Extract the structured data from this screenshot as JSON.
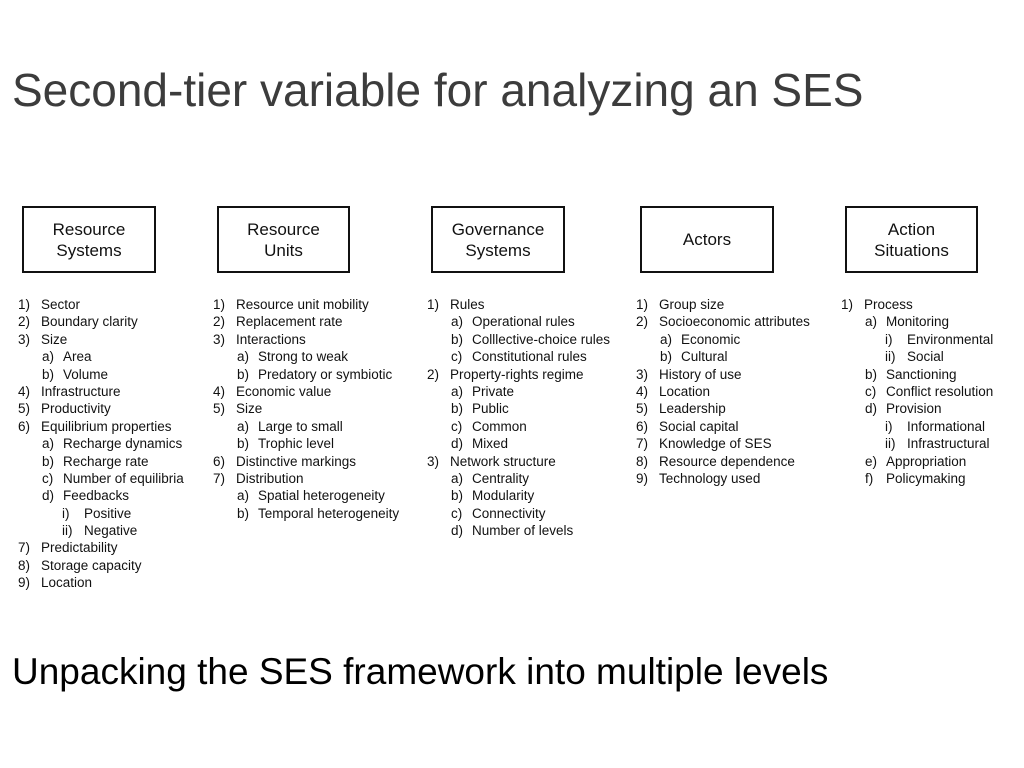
{
  "title": "Second-tier variable for analyzing an SES",
  "subtitle": "Unpacking the SES framework into multiple levels",
  "columns": [
    {
      "id": "resource-systems",
      "header": "Resource\nSystems",
      "items": [
        {
          "marker": "1)",
          "text": "Sector",
          "level": 1
        },
        {
          "marker": "2)",
          "text": "Boundary clarity",
          "level": 1
        },
        {
          "marker": "3)",
          "text": "Size",
          "level": 1
        },
        {
          "marker": "a)",
          "text": "Area",
          "level": 2
        },
        {
          "marker": "b)",
          "text": "Volume",
          "level": 2
        },
        {
          "marker": "4)",
          "text": "Infrastructure",
          "level": 1
        },
        {
          "marker": "5)",
          "text": "Productivity",
          "level": 1
        },
        {
          "marker": "6)",
          "text": "Equilibrium properties",
          "level": 1
        },
        {
          "marker": "a)",
          "text": "Recharge dynamics",
          "level": 2
        },
        {
          "marker": "b)",
          "text": "Recharge rate",
          "level": 2
        },
        {
          "marker": "c)",
          "text": "Number of equilibria",
          "level": 2
        },
        {
          "marker": "d)",
          "text": "Feedbacks",
          "level": 2
        },
        {
          "marker": "i)",
          "text": "Positive",
          "level": 3
        },
        {
          "marker": "ii)",
          "text": "Negative",
          "level": 3
        },
        {
          "marker": "7)",
          "text": "Predictability",
          "level": 1
        },
        {
          "marker": "8)",
          "text": "Storage capacity",
          "level": 1
        },
        {
          "marker": "9)",
          "text": "Location",
          "level": 1
        }
      ]
    },
    {
      "id": "resource-units",
      "header": "Resource\nUnits",
      "items": [
        {
          "marker": "1)",
          "text": "Resource unit mobility",
          "level": 1
        },
        {
          "marker": "2)",
          "text": "Replacement rate",
          "level": 1
        },
        {
          "marker": "3)",
          "text": "Interactions",
          "level": 1
        },
        {
          "marker": "a)",
          "text": "Strong to weak",
          "level": 2
        },
        {
          "marker": "b)",
          "text": "Predatory or symbiotic",
          "level": 2
        },
        {
          "marker": "4)",
          "text": "Economic value",
          "level": 1
        },
        {
          "marker": "5)",
          "text": "Size",
          "level": 1
        },
        {
          "marker": "a)",
          "text": "Large to small",
          "level": 2
        },
        {
          "marker": "b)",
          "text": "Trophic level",
          "level": 2
        },
        {
          "marker": "6)",
          "text": "Distinctive markings",
          "level": 1
        },
        {
          "marker": "7)",
          "text": "Distribution",
          "level": 1
        },
        {
          "marker": "a)",
          "text": "Spatial heterogeneity",
          "level": 2
        },
        {
          "marker": "b)",
          "text": "Temporal heterogeneity",
          "level": 2
        }
      ]
    },
    {
      "id": "governance-systems",
      "header": "Governance\nSystems",
      "items": [
        {
          "marker": "1)",
          "text": "Rules",
          "level": 1
        },
        {
          "marker": "a)",
          "text": "Operational rules",
          "level": 2
        },
        {
          "marker": "b)",
          "text": "Colllective-choice rules",
          "level": 2
        },
        {
          "marker": "c)",
          "text": "Constitutional rules",
          "level": 2
        },
        {
          "marker": "2)",
          "text": "Property-rights regime",
          "level": 1
        },
        {
          "marker": "a)",
          "text": "Private",
          "level": 2
        },
        {
          "marker": "b)",
          "text": "Public",
          "level": 2
        },
        {
          "marker": "c)",
          "text": "Common",
          "level": 2
        },
        {
          "marker": "d)",
          "text": "Mixed",
          "level": 2
        },
        {
          "marker": "3)",
          "text": "Network structure",
          "level": 1
        },
        {
          "marker": "a)",
          "text": "Centrality",
          "level": 2
        },
        {
          "marker": "b)",
          "text": "Modularity",
          "level": 2
        },
        {
          "marker": "c)",
          "text": "Connectivity",
          "level": 2
        },
        {
          "marker": "d)",
          "text": "Number of levels",
          "level": 2
        }
      ]
    },
    {
      "id": "actors",
      "header": "Actors",
      "items": [
        {
          "marker": "1)",
          "text": "Group size",
          "level": 1
        },
        {
          "marker": "2)",
          "text": "Socioeconomic attributes",
          "level": 1
        },
        {
          "marker": "a)",
          "text": "Economic",
          "level": 2
        },
        {
          "marker": "b)",
          "text": "Cultural",
          "level": 2
        },
        {
          "marker": "3)",
          "text": "History of use",
          "level": 1
        },
        {
          "marker": "4)",
          "text": "Location",
          "level": 1
        },
        {
          "marker": "5)",
          "text": "Leadership",
          "level": 1
        },
        {
          "marker": "6)",
          "text": "Social capital",
          "level": 1
        },
        {
          "marker": "7)",
          "text": "Knowledge of SES",
          "level": 1
        },
        {
          "marker": "8)",
          "text": "Resource dependence",
          "level": 1
        },
        {
          "marker": "9)",
          "text": "Technology used",
          "level": 1
        }
      ]
    },
    {
      "id": "action-situations",
      "header": "Action\nSituations",
      "items": [
        {
          "marker": "1)",
          "text": "Process",
          "level": 1
        },
        {
          "marker": "a)",
          "text": "Monitoring",
          "level": 2
        },
        {
          "marker": "i)",
          "text": "Environmental",
          "level": 3
        },
        {
          "marker": "ii)",
          "text": "Social",
          "level": 3
        },
        {
          "marker": "b)",
          "text": "Sanctioning",
          "level": 2
        },
        {
          "marker": "c)",
          "text": "Conflict resolution",
          "level": 2
        },
        {
          "marker": "d)",
          "text": "Provision",
          "level": 2
        },
        {
          "marker": "i)",
          "text": "Informational",
          "level": 3
        },
        {
          "marker": "ii)",
          "text": "Infrastructural",
          "level": 3
        },
        {
          "marker": "e)",
          "text": "Appropriation",
          "level": 2
        },
        {
          "marker": "f)",
          "text": "Policymaking",
          "level": 2
        }
      ]
    }
  ]
}
